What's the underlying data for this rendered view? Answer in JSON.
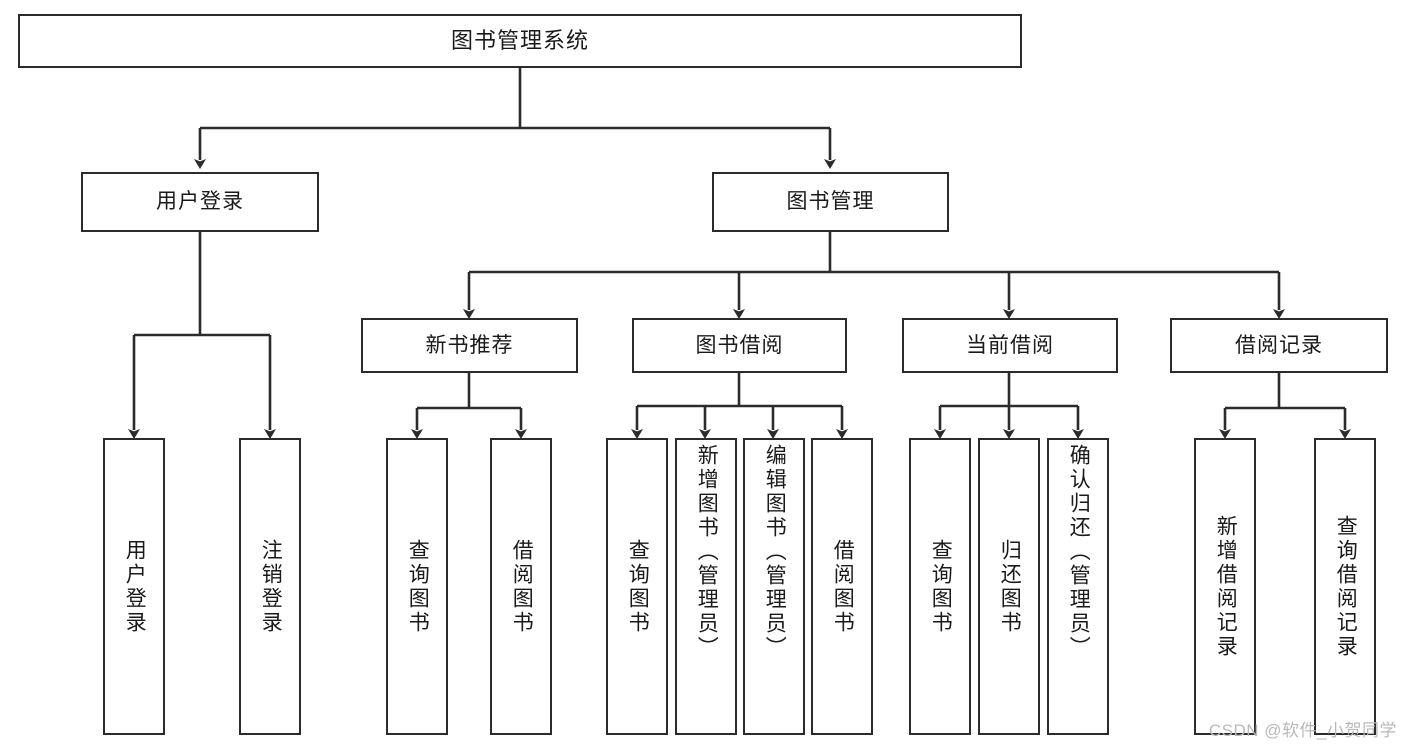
{
  "diagram": {
    "title": "图书管理系统",
    "type": "tree",
    "background": "#ffffff",
    "line_color": "#2b2b2b",
    "text_color": "#1a1a1a",
    "root": {
      "id": "root",
      "label": "图书管理系统",
      "orientation": "horizontal"
    },
    "level1": [
      {
        "id": "user-login",
        "label": "用户登录",
        "orientation": "horizontal"
      },
      {
        "id": "book-manage",
        "label": "图书管理",
        "orientation": "horizontal"
      }
    ],
    "level2": [
      {
        "id": "new-book-recommend",
        "label": "新书推荐",
        "orientation": "horizontal",
        "parent": "book-manage"
      },
      {
        "id": "book-borrow",
        "label": "图书借阅",
        "orientation": "horizontal",
        "parent": "book-manage"
      },
      {
        "id": "current-borrow",
        "label": "当前借阅",
        "orientation": "horizontal",
        "parent": "book-manage"
      },
      {
        "id": "borrow-record",
        "label": "借阅记录",
        "orientation": "horizontal",
        "parent": "book-manage"
      }
    ],
    "leaves": {
      "user_login": [
        {
          "id": "leaf-user-login",
          "label": "用户登录",
          "orientation": "vertical"
        },
        {
          "id": "leaf-logout-login",
          "label": "注销登录",
          "orientation": "vertical"
        }
      ],
      "new_book_recommend": [
        {
          "id": "leaf-query-book-1",
          "label": "查询图书",
          "orientation": "vertical"
        },
        {
          "id": "leaf-borrow-book-1",
          "label": "借阅图书",
          "orientation": "vertical"
        }
      ],
      "book_borrow": [
        {
          "id": "leaf-query-book-2",
          "label": "查询图书",
          "orientation": "vertical"
        },
        {
          "id": "leaf-add-book",
          "label": "新增图书（管理员）",
          "orientation": "vertical"
        },
        {
          "id": "leaf-edit-book",
          "label": "编辑图书（管理员）",
          "orientation": "vertical"
        },
        {
          "id": "leaf-borrow-book-2",
          "label": "借阅图书",
          "orientation": "vertical"
        }
      ],
      "current_borrow": [
        {
          "id": "leaf-query-book-3",
          "label": "查询图书",
          "orientation": "vertical"
        },
        {
          "id": "leaf-return-book",
          "label": "归还图书",
          "orientation": "vertical"
        },
        {
          "id": "leaf-confirm-return",
          "label": "确认归还（管理员）",
          "orientation": "vertical"
        }
      ],
      "borrow_record": [
        {
          "id": "leaf-add-record",
          "label": "新增借阅记录",
          "orientation": "vertical"
        },
        {
          "id": "leaf-query-record",
          "label": "查询借阅记录",
          "orientation": "vertical"
        }
      ]
    },
    "watermark": "CSDN @软件_小贺同学"
  }
}
